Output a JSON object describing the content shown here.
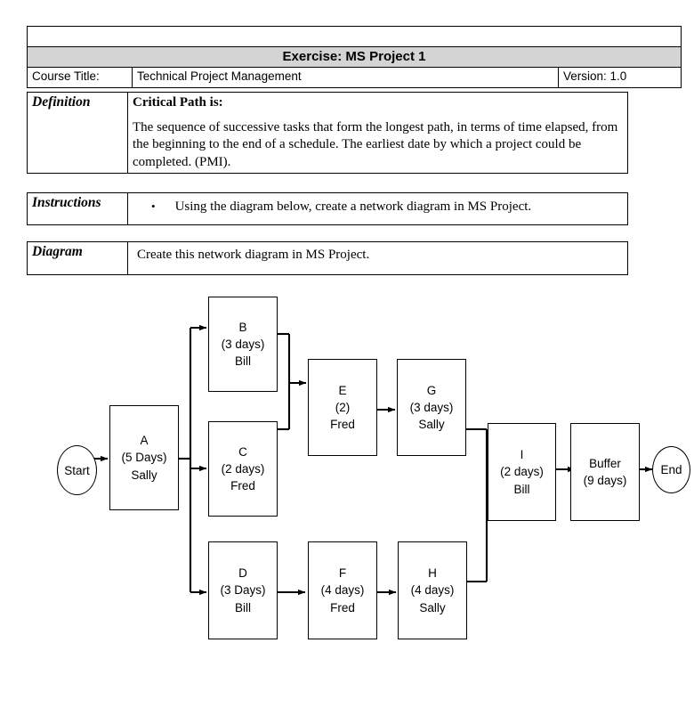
{
  "header": {
    "exercise_title": "Exercise: MS Project 1",
    "course_title_label": "Course Title:",
    "course_title_value": "Technical Project Management",
    "version_value": "Version:  1.0"
  },
  "sections": {
    "definition": {
      "label": "Definition",
      "lead": "Critical Path is:",
      "body": "The sequence of successive tasks that form the longest path, in terms of time elapsed, from the beginning to the end of a schedule.  The earliest date by which a project could be completed.  (PMI)."
    },
    "instructions": {
      "label": "Instructions",
      "bullet": "•",
      "body": "Using the diagram below, create a network diagram in MS Project."
    },
    "diagram": {
      "label": "Diagram",
      "body": "Create this network diagram in MS Project."
    }
  },
  "network": {
    "start_label": "Start",
    "end_label": "End",
    "nodes": [
      {
        "id": "A",
        "name": "A",
        "duration": "(5 Days)",
        "owner": "Sally"
      },
      {
        "id": "B",
        "name": "B",
        "duration": "(3 days)",
        "owner": "Bill"
      },
      {
        "id": "C",
        "name": "C",
        "duration": "(2 days)",
        "owner": "Fred"
      },
      {
        "id": "D",
        "name": "D",
        "duration": "(3 Days)",
        "owner": "Bill"
      },
      {
        "id": "E",
        "name": "E",
        "duration": "(2)",
        "owner": "Fred"
      },
      {
        "id": "F",
        "name": "F",
        "duration": "(4 days)",
        "owner": "Fred"
      },
      {
        "id": "G",
        "name": "G",
        "duration": "(3 days)",
        "owner": "Sally"
      },
      {
        "id": "H",
        "name": "H",
        "duration": "(4 days)",
        "owner": "Sally"
      },
      {
        "id": "I",
        "name": "I",
        "duration": "(2 days)",
        "owner": "Bill"
      },
      {
        "id": "Buffer",
        "name": "Buffer",
        "duration": "(9 days)",
        "owner": ""
      }
    ]
  }
}
